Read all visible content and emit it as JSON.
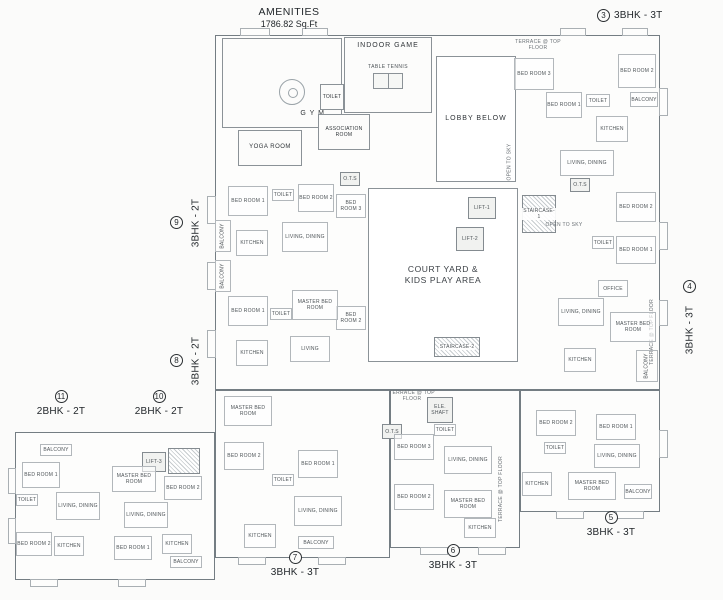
{
  "colors": {
    "ink": "#2f3438",
    "line": "#8b9297",
    "paper": "#fbfbfa"
  },
  "title": {
    "name": "AMENITIES",
    "area": "1786.82 Sq.Ft"
  },
  "units": [
    {
      "num": "3",
      "type": "3BHK - 3T"
    },
    {
      "num": "4",
      "type": "3BHK - 3T"
    },
    {
      "num": "5",
      "type": "3BHK - 3T"
    },
    {
      "num": "6",
      "type": "3BHK - 3T"
    },
    {
      "num": "7",
      "type": "3BHK - 3T"
    },
    {
      "num": "8",
      "type": "3BHK - 2T"
    },
    {
      "num": "9",
      "type": "3BHK - 2T"
    },
    {
      "num": "10",
      "type": "2BHK - 2T"
    },
    {
      "num": "11",
      "type": "2BHK - 2T"
    }
  ],
  "common": {
    "gym": "G Y M",
    "indoor_game": "INDOOR GAME",
    "table_tennis": "TABLE TENNIS",
    "toilet": "TOILET",
    "association": "ASSOCIATION\nROOM",
    "yoga": "YOGA ROOM",
    "lobby": "LOBBY BELOW",
    "courtyard": "COURT YARD &\nKIDS PLAY AREA"
  },
  "rooms": [
    {
      "label": "LIFT-1"
    },
    {
      "label": "STAIRCASE-1"
    },
    {
      "label": "LIFT-2"
    },
    {
      "label": "STAIRCASE-2"
    },
    {
      "label": "ELE. SHAFT"
    },
    {
      "label": "O.T.S"
    },
    {
      "label": "O.T.S"
    },
    {
      "label": "O.T.S"
    },
    {
      "label": "LIFT-3"
    },
    {
      "label": "TERRACE @ TOP FLOOR"
    },
    {
      "label": "TERRACE @ TOP FLOOR"
    },
    {
      "label": "TERRACE @ TOP FLOOR"
    },
    {
      "label": "TERRACE @ TOP FLOOR"
    },
    {
      "label": "OPEN TO SKY"
    },
    {
      "label": "OPEN TO SKY"
    },
    {
      "label": "BED ROOM 3"
    },
    {
      "label": "BED ROOM 2"
    },
    {
      "label": "BALCONY"
    },
    {
      "label": "BED ROOM 1"
    },
    {
      "label": "TOILET"
    },
    {
      "label": "KITCHEN"
    },
    {
      "label": "LIVING, DINING"
    },
    {
      "label": "BED ROOM 2"
    },
    {
      "label": "TOILET"
    },
    {
      "label": "BED ROOM 1"
    },
    {
      "label": "OFFICE"
    },
    {
      "label": "MASTER BED ROOM"
    },
    {
      "label": "LIVING, DINING"
    },
    {
      "label": "KITCHEN"
    },
    {
      "label": "BALCONY"
    },
    {
      "label": "BED ROOM 1"
    },
    {
      "label": "TOILET"
    },
    {
      "label": "BED ROOM 2"
    },
    {
      "label": "KITCHEN"
    },
    {
      "label": "LIVING, DINING"
    },
    {
      "label": "BALCONY"
    },
    {
      "label": "BED ROOM 3"
    },
    {
      "label": "BED ROOM 2"
    },
    {
      "label": "BED ROOM 1"
    },
    {
      "label": "TOILET"
    },
    {
      "label": "MASTER BED ROOM"
    },
    {
      "label": "KITCHEN"
    },
    {
      "label": "LIVING"
    },
    {
      "label": "BALCONY"
    },
    {
      "label": "MASTER BED ROOM"
    },
    {
      "label": "BED ROOM 2"
    },
    {
      "label": "TOILET"
    },
    {
      "label": "BED ROOM 1"
    },
    {
      "label": "LIVING, DINING"
    },
    {
      "label": "KITCHEN"
    },
    {
      "label": "BALCONY"
    },
    {
      "label": "BED ROOM 3"
    },
    {
      "label": "BED ROOM 2"
    },
    {
      "label": "LIVING, DINING"
    },
    {
      "label": "MASTER BED ROOM"
    },
    {
      "label": "KITCHEN"
    },
    {
      "label": "TOILET"
    },
    {
      "label": "BED ROOM 2"
    },
    {
      "label": "BED ROOM 1"
    },
    {
      "label": "LIVING, DINING"
    },
    {
      "label": "MASTER BED ROOM"
    },
    {
      "label": "KITCHEN"
    },
    {
      "label": "TOILET"
    },
    {
      "label": "BALCONY"
    },
    {
      "label": "BALCONY"
    },
    {
      "label": "BED ROOM 1"
    },
    {
      "label": "TOILET"
    },
    {
      "label": "LIVING, DINING"
    },
    {
      "label": "KITCHEN"
    },
    {
      "label": "BED ROOM 2"
    },
    {
      "label": "MASTER BED ROOM"
    },
    {
      "label": "BED ROOM 2"
    },
    {
      "label": "LIVING, DINING"
    },
    {
      "label": "KITCHEN"
    },
    {
      "label": "BED ROOM 1"
    },
    {
      "label": "BALCONY"
    }
  ]
}
